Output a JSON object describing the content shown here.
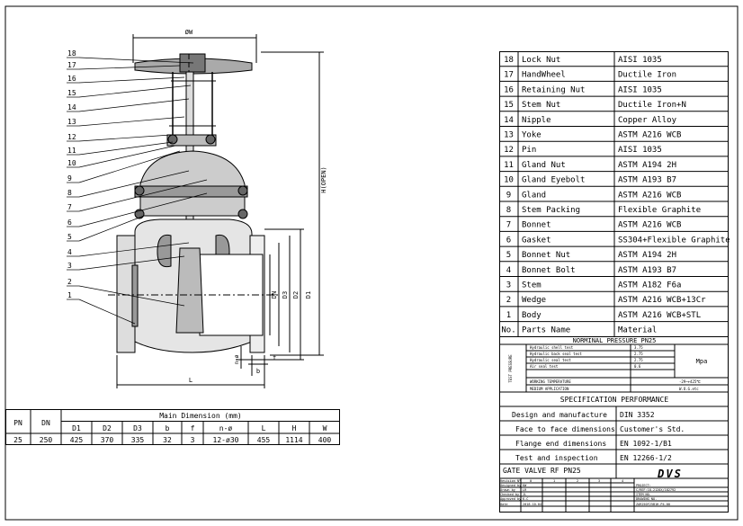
{
  "drawing": {
    "dim_w": "ØW",
    "dim_h": "H(OPEN)",
    "dim_dn": "DN",
    "dim_d3": "D3",
    "dim_d2": "D2",
    "dim_d1": "D1",
    "dim_l": "L",
    "dim_b": "b",
    "dim_f": "f",
    "dim_n": "n-ø",
    "callouts": [
      "18",
      "17",
      "16",
      "15",
      "14",
      "13",
      "12",
      "11",
      "10",
      "9",
      "8",
      "7",
      "6",
      "5",
      "4",
      "3",
      "2",
      "1"
    ]
  },
  "dimensions_table": {
    "header_main": "Main Dimension (mm)",
    "col_pn": "PN",
    "col_dn": "DN",
    "columns": [
      "D1",
      "D2",
      "D3",
      "b",
      "f",
      "n-ø",
      "L",
      "H",
      "W"
    ],
    "row": {
      "pn": "25",
      "dn": "250",
      "values": [
        "425",
        "370",
        "335",
        "32",
        "3",
        "12-ø30",
        "455",
        "1114",
        "400"
      ]
    }
  },
  "parts_table": {
    "footer": {
      "no": "No.",
      "name": "Parts Name",
      "material": "Material"
    },
    "rows": [
      {
        "no": "18",
        "name": "Lock Nut",
        "material": "AISI 1035"
      },
      {
        "no": "17",
        "name": "HandWheel",
        "material": "Ductile Iron"
      },
      {
        "no": "16",
        "name": "Retaining Nut",
        "material": "AISI 1035"
      },
      {
        "no": "15",
        "name": "Stem Nut",
        "material": "Ductile Iron+N"
      },
      {
        "no": "14",
        "name": "Nipple",
        "material": "Copper Alloy"
      },
      {
        "no": "13",
        "name": "Yoke",
        "material": "ASTM A216 WCB"
      },
      {
        "no": "12",
        "name": "Pin",
        "material": "AISI 1035"
      },
      {
        "no": "11",
        "name": "Gland Nut",
        "material": "ASTM A194 2H"
      },
      {
        "no": "10",
        "name": "Gland Eyebolt",
        "material": "ASTM A193 B7"
      },
      {
        "no": "9",
        "name": "Gland",
        "material": "ASTM A216 WCB"
      },
      {
        "no": "8",
        "name": "Stem Packing",
        "material": "Flexible Graphite"
      },
      {
        "no": "7",
        "name": "Bonnet",
        "material": "ASTM A216 WCB"
      },
      {
        "no": "6",
        "name": "Gasket",
        "material": "SS304+Flexible Graphite"
      },
      {
        "no": "5",
        "name": "Bonnet Nut",
        "material": "ASTM A194 2H"
      },
      {
        "no": "4",
        "name": "Bonnet Bolt",
        "material": "ASTM A193 B7"
      },
      {
        "no": "3",
        "name": "Stem",
        "material": "ASTM A182 F6a"
      },
      {
        "no": "2",
        "name": "Wedge",
        "material": "ASTM A216 WCB+13Cr"
      },
      {
        "no": "1",
        "name": "Body",
        "material": "ASTM A216 WCB+STL"
      }
    ]
  },
  "pressure": {
    "header": "NORMINAL PRESSURE   PN25",
    "side_label": "TEST PRESSURE",
    "unit": "Mpa",
    "tests": [
      {
        "label": "Hydraulic shell test",
        "value": "3.75"
      },
      {
        "label": "Hydraulic back seal test",
        "value": "2.75"
      },
      {
        "label": "Hydraulic seal test",
        "value": "2.75"
      },
      {
        "label": "Air seal test",
        "value": "0.6"
      }
    ],
    "working_temp_label": "WORKING TEMPERATURE",
    "working_temp_value": "-29~+425℃",
    "medium_label": "MEDIUM APPLICATION",
    "medium_value": "W.O.G.etc"
  },
  "spec": {
    "title": "SPECIFICATION PERFORMANCE",
    "rows": [
      {
        "label": "Design and manufacture",
        "value": "DIN 3352"
      },
      {
        "label": "Face to face dimensions",
        "value": "Customer's Std."
      },
      {
        "label": "Flange end dimensions",
        "value": "EN 1092-1/B1"
      },
      {
        "label": "Test and inspection",
        "value": "EN 12266-1/2"
      }
    ]
  },
  "title_block": {
    "product": "GATE VALVE RF PN25",
    "logo": "DVS",
    "revision_label": "Revision Nº",
    "revisions": [
      "0",
      "1",
      "2",
      "3",
      "4"
    ],
    "roles": [
      {
        "role": "Designed by",
        "who": "KW"
      },
      {
        "role": "Drawn by",
        "who": "LR"
      },
      {
        "role": "Checked by",
        "who": "JL"
      },
      {
        "role": "Approved by",
        "who": "K.C"
      },
      {
        "role": "Date",
        "who": "2018.10.04"
      }
    ],
    "project_label": "PROJECT:",
    "project_value": "C/REF:18-2120X/182792",
    "item_label": "ITEM NO.",
    "drawing_label": "DRAWING NO.",
    "drawing_value": "ZAR250F25B1H-P4-00"
  }
}
